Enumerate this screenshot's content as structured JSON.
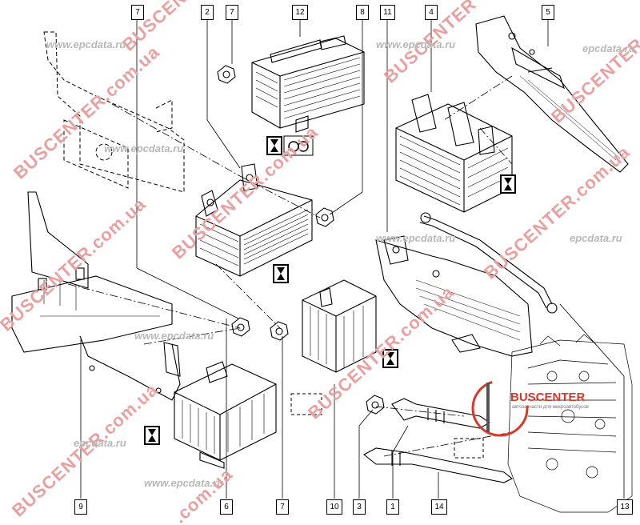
{
  "part_labels": [
    "7",
    "2",
    "7",
    "12",
    "8",
    "11",
    "4",
    "5",
    "9",
    "6",
    "7",
    "10",
    "3",
    "1",
    "14",
    "13"
  ],
  "watermarks": {
    "brand_red": "BUSCENTER",
    "brand_domain_ua": "BUSCENTER.com.ua",
    "domain_ua": ".com.ua",
    "epc_url": "www.epcdata.ru",
    "epc_url_short": "epcdata.ru",
    "epc_fragment": "epcdata.ru"
  },
  "logo": {
    "name": "BUSCENTER",
    "tagline": "автозапчасти для микроавтобусов"
  },
  "colors": {
    "line": "#000000",
    "watermark_red": "#e8a0a0",
    "watermark_grey": "#b8b8b8",
    "logo_red": "#d63a2a"
  }
}
